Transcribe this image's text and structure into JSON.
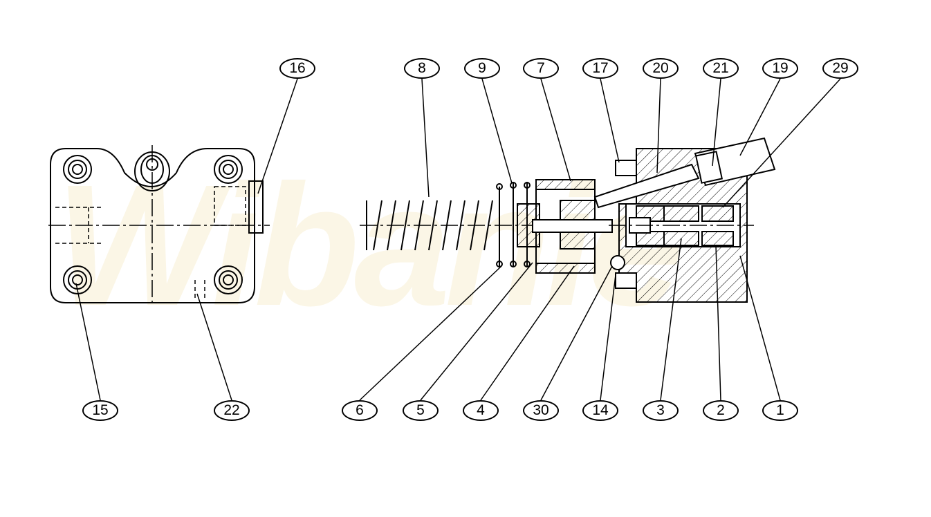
{
  "watermark": "Wibanie",
  "top_labels": [
    "16",
    "8",
    "9",
    "7",
    "17",
    "20",
    "21",
    "19",
    "29"
  ],
  "bottom_labels": [
    "15",
    "22",
    "6",
    "5",
    "4",
    "30",
    "14",
    "3",
    "2",
    "1"
  ],
  "colors": {
    "line": "#000000",
    "watermark": "#fbf6e6"
  }
}
